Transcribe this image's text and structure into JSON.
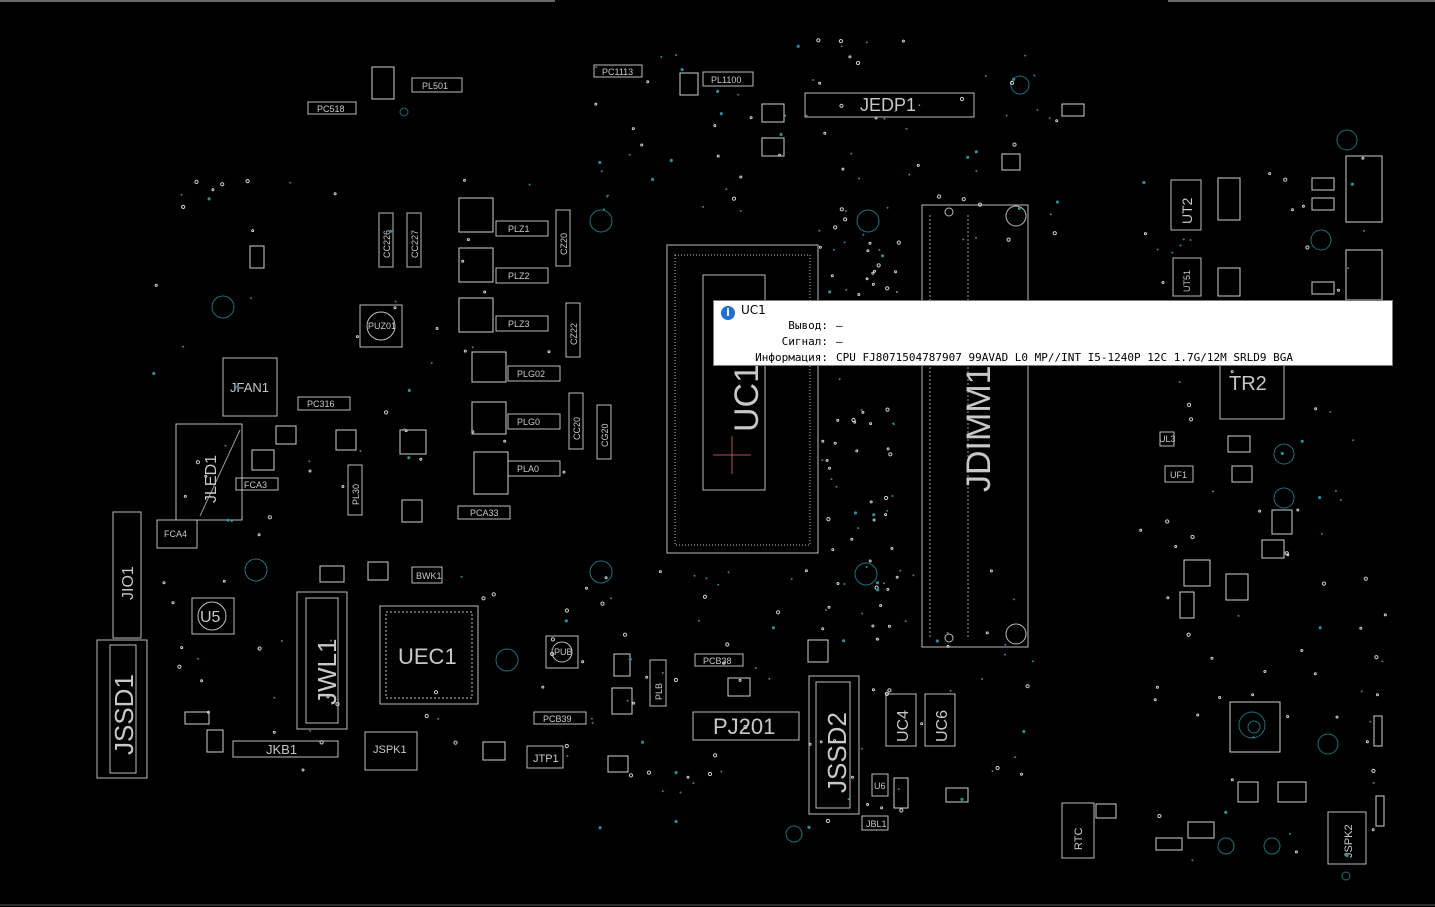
{
  "tooltip": {
    "title": "UC1",
    "rows": [
      {
        "key": "Вывод:",
        "value": "—"
      },
      {
        "key": "Сигнал:",
        "value": "—"
      },
      {
        "key": "Информация:",
        "value": "CPU FJ8071504787907 99AVAD L0 MP//INT I5-1240P 12C 1.7G/12M SRLD9 BGA"
      }
    ],
    "icon": "info-icon"
  },
  "board": {
    "large_labels": {
      "jssd1": "JSSD1",
      "jwl1": "JWL1",
      "uec1": "UEC1",
      "jio1": "JIO1",
      "uc1": "UC1",
      "jdimm": "JDIMM1",
      "jssd2": "JSSD2",
      "pj201": "PJ201",
      "jedp1": "JEDP1",
      "tr2": "TR2",
      "ut2": "UT2",
      "jled1": "JLED1",
      "jfan1": "JFAN1",
      "u5": "U5",
      "uc4": "UC4",
      "uc6": "UC6",
      "jspk1": "JSPK1",
      "jspk2": "JSPK2",
      "jkb1": "JKB1",
      "jtp1": "JTP1",
      "rtc": "RTC"
    },
    "small_labels": {
      "pl501": "PL501",
      "pc518": "PC518",
      "pc1113": "PC1113",
      "pl1100": "PL1100",
      "plz1": "PLZ1",
      "plz2": "PLZ2",
      "plz3": "PLZ3",
      "puz01": "PUZ01",
      "plg02": "PLG02",
      "plg0": "PLG0",
      "pla0": "PLA0",
      "pca33": "PCA33",
      "pc316": "PC316",
      "fca3": "FCA3",
      "fca4": "FCA4",
      "pcb38": "PCB38",
      "pcb39": "PCB39",
      "ut51": "UT51",
      "uf1": "UF1",
      "ul3": "UL3",
      "pl30": "PL30",
      "cc226": "CC226",
      "cc227": "CC227",
      "cz20": "CZ20",
      "cz22": "CZ22",
      "cc20": "CC20",
      "cg20": "CG20",
      "jbl1": "JBL1",
      "bwk1": "BWK1",
      "pub": "PUB",
      "u6": "U6",
      "plb": "PLB"
    }
  }
}
